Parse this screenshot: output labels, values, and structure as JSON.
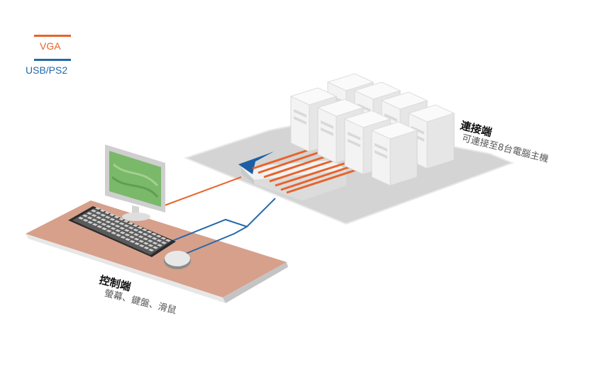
{
  "legend": {
    "vga": {
      "label": "VGA",
      "color": "#e8632a"
    },
    "usb": {
      "label": "USB/PS2",
      "color": "#2468a8"
    }
  },
  "target_side": {
    "title": "連接端",
    "subtitle": "可連接至8台電腦主機"
  },
  "console_side": {
    "title": "控制端",
    "subtitle": "螢幕、鍵盤、滑鼠"
  },
  "colors": {
    "server_platform": "#d4d4d4",
    "console_desk": "#d6a08b",
    "server_case": "#f3f3f3"
  }
}
